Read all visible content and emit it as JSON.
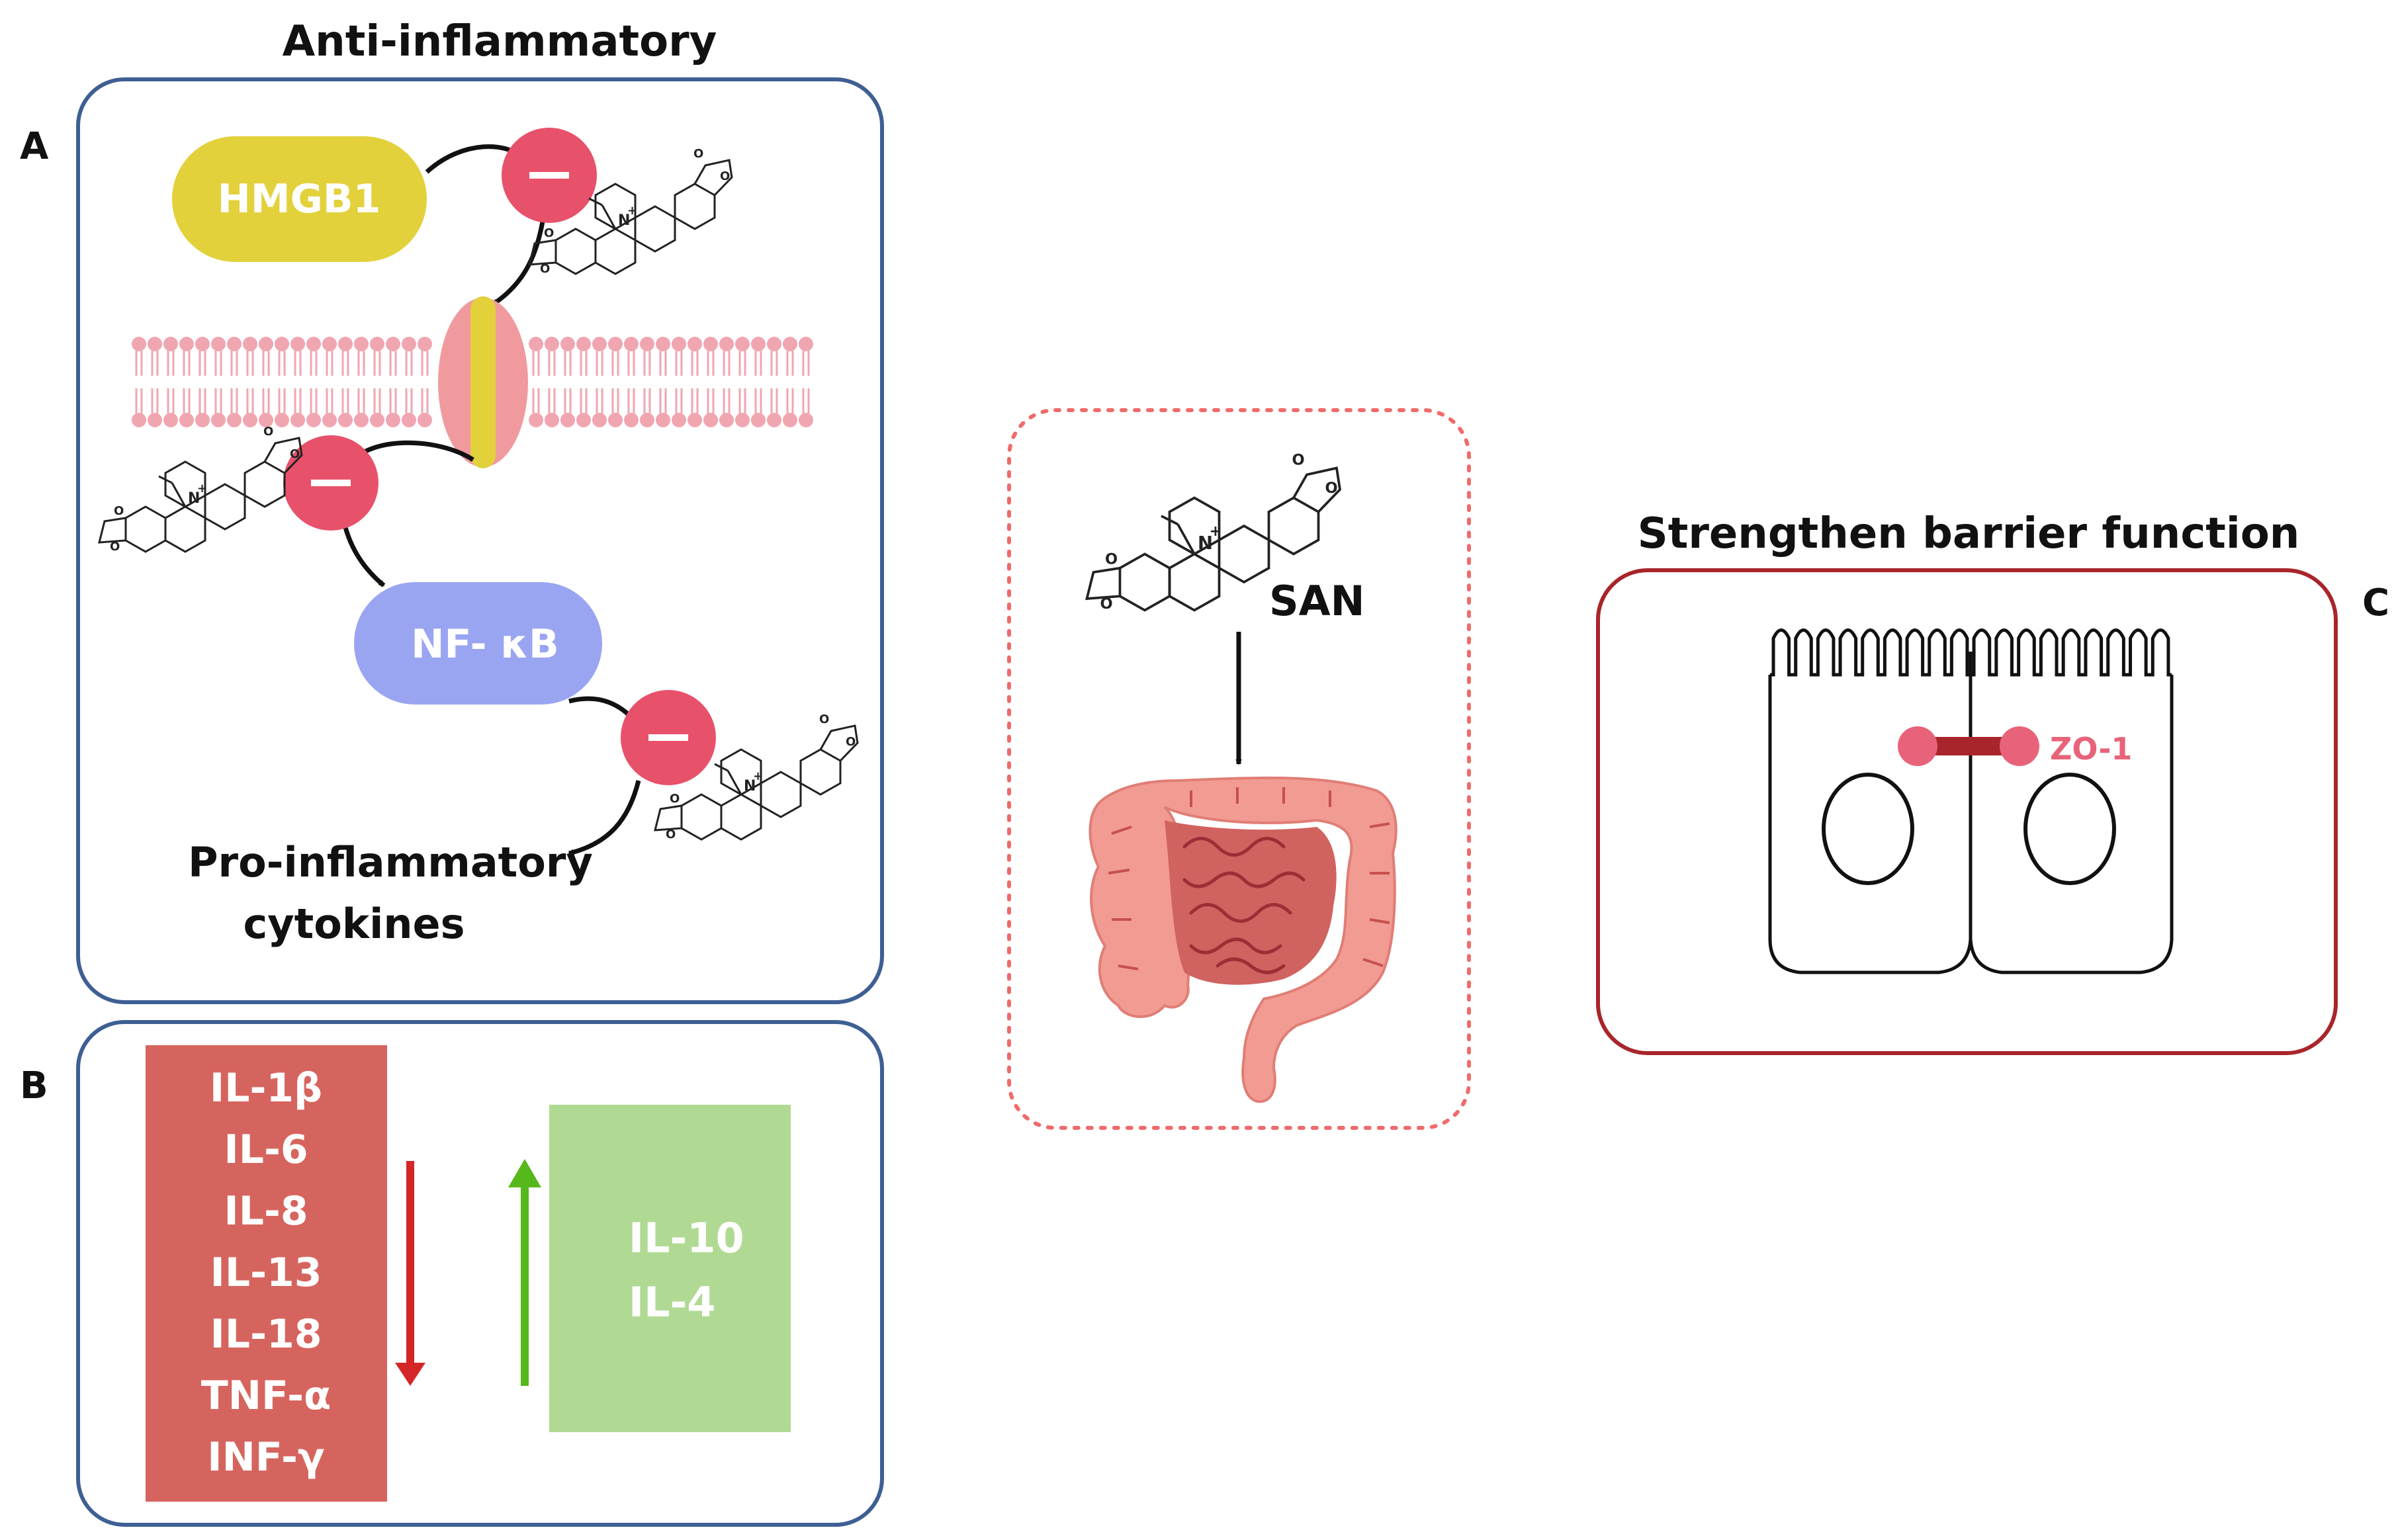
{
  "panel_a": {
    "letter": "A",
    "title": "Anti-inflammatory",
    "hmgb1_label": "HMGB1",
    "nfkb_label": "NF- κB",
    "cytokines_line1": "Pro-inflammatory",
    "cytokines_line2": "cytokines"
  },
  "panel_b": {
    "letter": "B",
    "decreased": [
      "IL-1β",
      "IL-6",
      "IL-8",
      "IL-13",
      "IL-18",
      "TNF-α",
      "INF-γ"
    ],
    "increased": [
      "IL-10",
      "IL-4"
    ]
  },
  "center": {
    "compound_label": "SAN"
  },
  "panel_c": {
    "letter": "C",
    "title": "Strengthen barrier function",
    "junction_label": "ZO-1"
  },
  "colors": {
    "panel_border": "#3e5f93",
    "hmgb1_fill": "#e3d13c",
    "nfkb_fill": "#9aa5f2",
    "inhibit_fill": "#e8516a",
    "membrane": "#f0a6b0",
    "decreased_box": "#d6645e",
    "increased_box": "#b0da94",
    "down_arrow": "#d42626",
    "up_arrow": "#56b81a",
    "dotted_border": "#ef6b6b",
    "barrier_border": "#a8252b",
    "zo1": "#e8637a",
    "intestine_light": "#f19b93",
    "intestine_dark": "#d0625f"
  }
}
